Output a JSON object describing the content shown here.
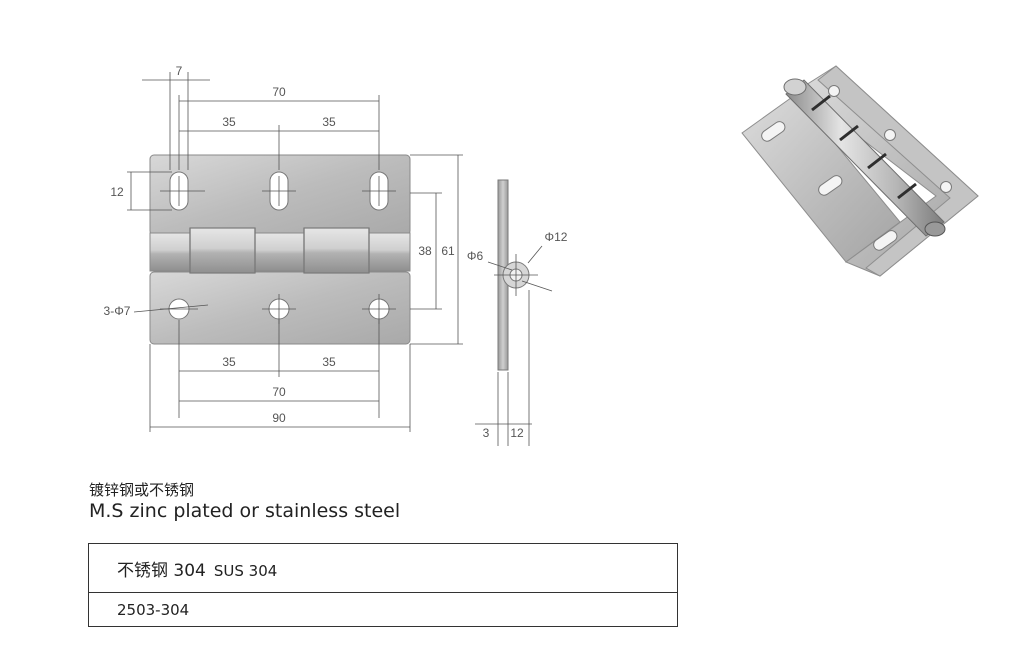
{
  "dimensions": {
    "top_pitch_total": "70",
    "top_pitch_left": "35",
    "top_pitch_right": "35",
    "slot_width": "7",
    "slot_length": "12",
    "leaf_height": "38",
    "total_height": "61",
    "holes": "3-Φ7",
    "bottom_pitch_left": "35",
    "bottom_pitch_right": "35",
    "bottom_pitch_total": "70",
    "overall_width": "90",
    "pin_diameter": "Φ6",
    "knuckle_diameter": "Φ12",
    "thickness": "3",
    "knuckle_depth": "12"
  },
  "caption": {
    "chinese": "镀锌钢或不锈钢",
    "english": "M.S zinc plated or stainless steel"
  },
  "spec_table": {
    "material_cn": "不锈钢 304",
    "material_code": "SUS 304",
    "part_number": "2503-304"
  }
}
